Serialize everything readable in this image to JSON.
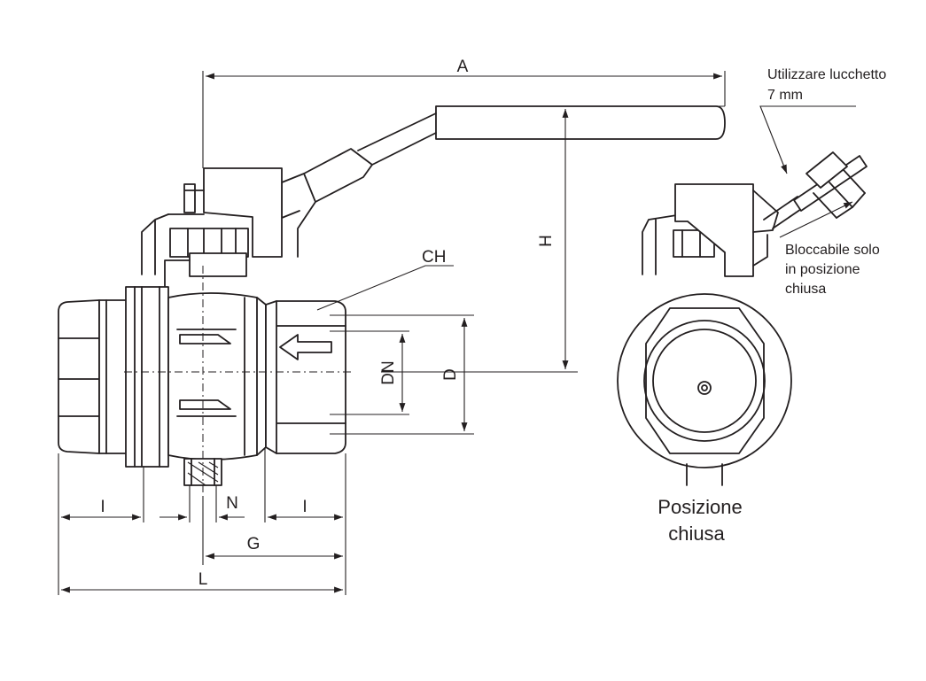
{
  "dimensions": {
    "A": "A",
    "H": "H",
    "CH": "CH",
    "DN": "DN",
    "D": "D",
    "I_left": "I",
    "I_right": "I",
    "N": "N",
    "G": "G",
    "L": "L"
  },
  "annotations": {
    "padlock_line1": "Utilizzare lucchetto",
    "padlock_line2": "7 mm",
    "lockable_line1": "Bloccabile solo",
    "lockable_line2": "in posizione",
    "lockable_line3": "chiusa"
  },
  "side_view_caption": {
    "line1": "Posizione",
    "line2": "chiusa"
  }
}
